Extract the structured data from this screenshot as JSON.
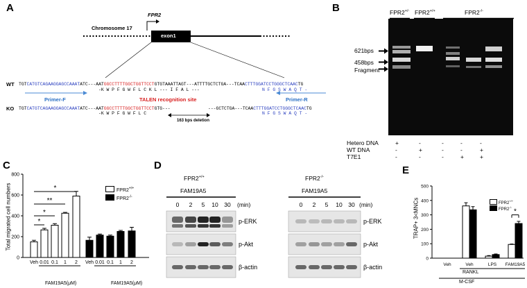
{
  "panels": {
    "a": "A",
    "b": "B",
    "c": "C",
    "d": "D",
    "e": "E"
  },
  "panelA": {
    "chromosome": "Chromosome 17",
    "gene": "FPR2",
    "exon": "exon1",
    "wt_label": "WT",
    "ko_label": "KO",
    "wt_seq": {
      "s1": "TGT",
      "s2": "CATGTCAGAAGGAGCCAAAT",
      "s3": "ATC---AAT",
      "s4": "GGCCTTTTGGCTGGTTCCT",
      "s5": "GTGTAAATTAGT---ATTTTGCTCTGA---TCAA",
      "s6": "CTTTGGATCCTGGGCTCAAC",
      "s7": "TG"
    },
    "wt_aa": {
      "a1": "-K W P F G W F L C K L --- I F A L ---",
      "a2": "N F G S W A Q T -"
    },
    "primer_f": "Primer-F",
    "talen": "TALEN recognition site",
    "primer_r": "Primer-R",
    "ko_seq": {
      "s1": "TGT",
      "s2": "CATGTCAGAAGGAGCCAAAT",
      "s3": "ATC---AAT",
      "s4": "GGCCTTTTGGCTGGTTCCT",
      "s5": "GTG---",
      "s6": "---GCTCTGA---TCAA",
      "s7": "CTTTGGATCCTGGGCTCAAC",
      "s8": "TG"
    },
    "ko_aa": {
      "a1": "-K W P F G W F L C",
      "a2": "N F G S W A Q T -"
    },
    "deletion": "163 bps deletion"
  },
  "panelB": {
    "headers": {
      "h1": "FPR2",
      "h1s": "+/-",
      "h2": "FPR2",
      "h2s": "+/+",
      "h3": "FPR2",
      "h3s": "-/-"
    },
    "band_labels": {
      "b1": "621bps",
      "b2": "458bps",
      "b3": "Fragment"
    },
    "rows": [
      {
        "label": "Hetero DNA",
        "values": [
          "+",
          "-",
          "-",
          "-",
          "-"
        ]
      },
      {
        "label": "WT DNA",
        "values": [
          "-",
          "+",
          "-",
          "-",
          "+"
        ]
      },
      {
        "label": "T7E1",
        "values": [
          "-",
          "-",
          "-",
          "+",
          "+"
        ]
      }
    ]
  },
  "panelC": {
    "ylabel": "Total migrated cell numbers",
    "legend": {
      "l1": "FPR2",
      "l1s": "+/+",
      "l2": "FPR2",
      "l2s": "-/-"
    },
    "xgroup1": "FAM19A5(μM)",
    "xgroup2": "FAM19A5(μM)",
    "sig": [
      "*",
      "*",
      "**",
      "*"
    ]
  },
  "panelD": {
    "g1": "FPR2",
    "g1s": "+/+",
    "g2": "FPR2",
    "g2s": "-/-",
    "treat1": "FAM19A5",
    "treat2": "FAM19A5",
    "times": [
      "0",
      "2",
      "5",
      "10",
      "30"
    ],
    "unit": "(min)",
    "labels": [
      "p-ERK",
      "p-Akt",
      "β-actin"
    ]
  },
  "panelE": {
    "ylabel": "TRAP+ 3<MNCs",
    "legend": {
      "l1": "FPR2",
      "l1s": "+/+",
      "l2": "FPR2",
      "l2s": "-/-"
    },
    "rankl": "RANKL",
    "mcsf": "M-CSF",
    "sig": "*"
  },
  "chart_data": [
    {
      "type": "bar",
      "ylabel": "Total migrated cell numbers",
      "ylim": [
        0,
        800
      ],
      "yticks": [
        0,
        200,
        400,
        600,
        800
      ],
      "categories": [
        "Veh",
        "0.01",
        "0.1",
        "1",
        "2",
        "Veh",
        "0.01",
        "0.1",
        "1",
        "2"
      ],
      "series": [
        {
          "name": "FPR2+/+",
          "values": [
            150,
            265,
            310,
            425,
            590,
            null,
            null,
            null,
            null,
            null
          ],
          "errors": [
            15,
            15,
            15,
            8,
            45,
            null,
            null,
            null,
            null,
            null
          ]
        },
        {
          "name": "FPR2-/-",
          "values": [
            null,
            null,
            null,
            null,
            null,
            165,
            215,
            205,
            250,
            255
          ],
          "errors": [
            null,
            null,
            null,
            null,
            null,
            30,
            10,
            10,
            10,
            35
          ]
        }
      ]
    },
    {
      "type": "bar",
      "ylabel": "TRAP+ 3<MNCs",
      "ylim": [
        0,
        500
      ],
      "yticks": [
        0,
        100,
        200,
        300,
        400,
        500
      ],
      "categories": [
        "Veh",
        "Veh",
        "LPS",
        "FAM19A5"
      ],
      "series": [
        {
          "name": "FPR2+/+",
          "values": [
            0,
            362,
            14,
            95
          ],
          "errors": [
            0,
            22,
            4,
            3
          ]
        },
        {
          "name": "FPR2-/-",
          "values": [
            0,
            335,
            25,
            240
          ],
          "errors": [
            0,
            22,
            4,
            15
          ]
        }
      ]
    }
  ]
}
